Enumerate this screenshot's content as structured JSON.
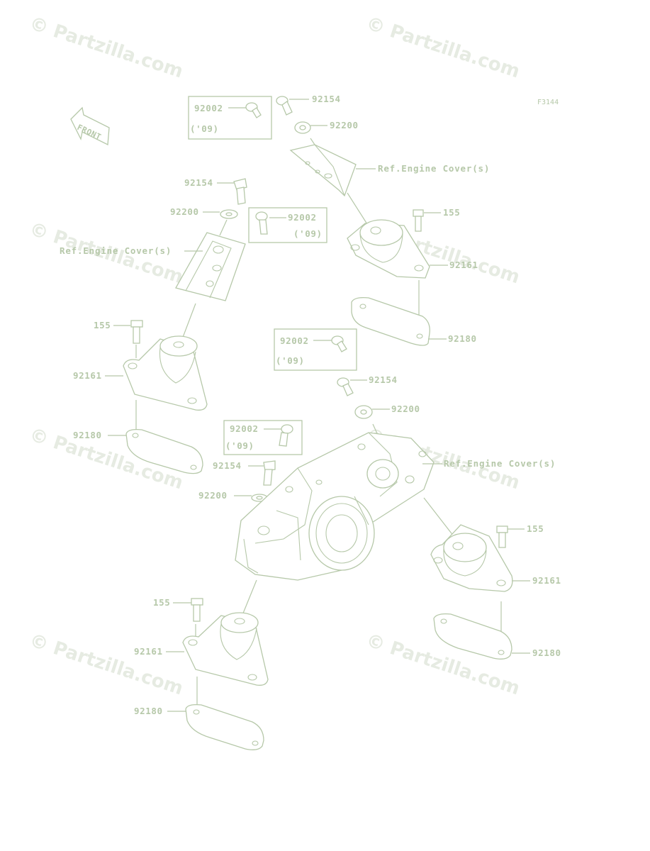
{
  "figure_code": "F3144",
  "watermark": "© Partzilla.com",
  "front_arrow_label": "FRONT",
  "parts": {
    "bolt_155": "155",
    "mount_92161": "92161",
    "plate_92180": "92180",
    "bolt_92154": "92154",
    "washer_92200": "92200",
    "bolt_92002": "92002",
    "year_note": "('09)",
    "ref_engine_cover": "Ref.Engine Cover(s)"
  },
  "colors": {
    "line": "#b6c8a9",
    "watermark": "#e6ebe2"
  }
}
